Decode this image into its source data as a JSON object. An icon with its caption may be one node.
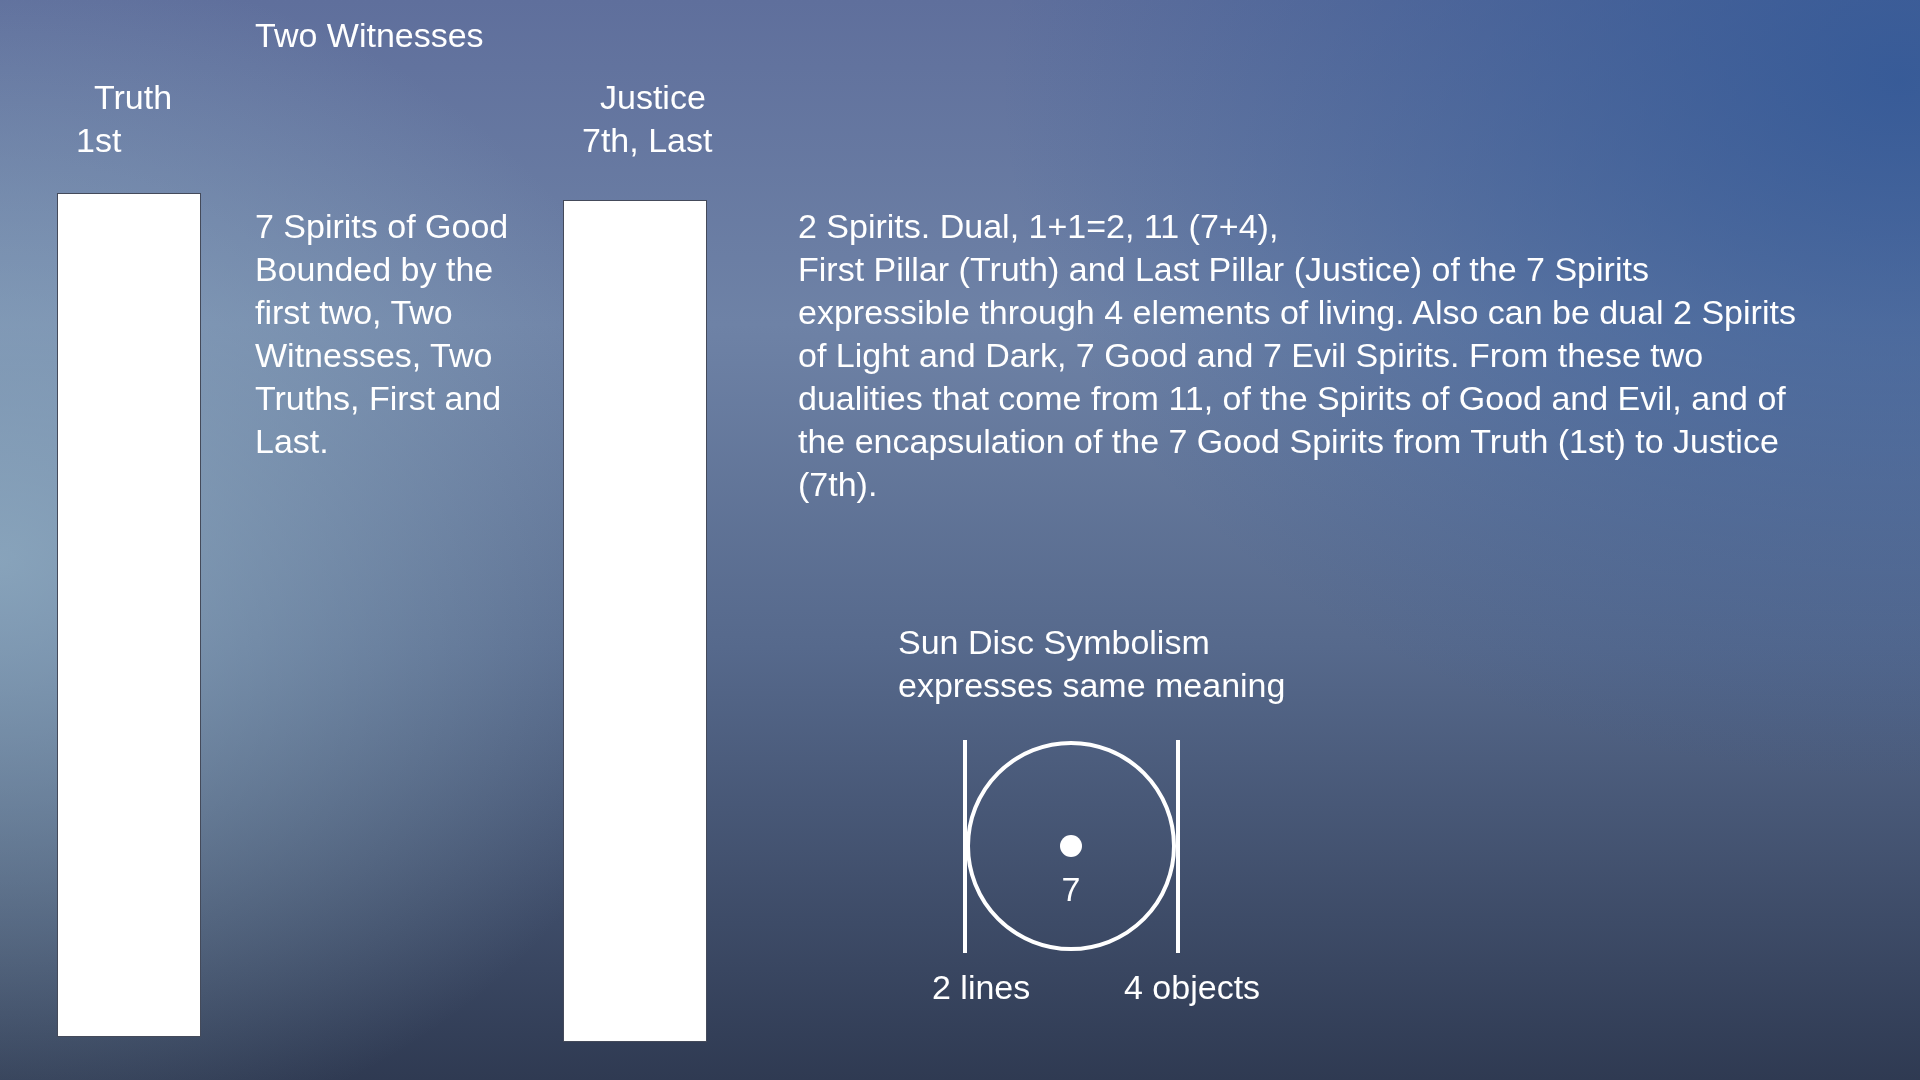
{
  "diagram": {
    "title": "Two Witnesses",
    "nodes": [
      {
        "text": [
          "Truth",
          "1st"
        ]
      },
      {
        "text": [
          "Justice",
          "7th, Last"
        ]
      },
      {
        "text": [
          "7"
        ]
      }
    ],
    "edges": [],
    "labels": [
      "7 Spirits of Good Bounded by the first two, Two Witnesses, Two Truths, First and Last.",
      "2 Spirits. Dual, 1+1=2, 11 (7+4),",
      "First Pillar (Truth) and Last Pillar (Justice) of the 7 Spirits expressible through 4 elements of living. Also can be dual 2 Spirits of Light and Dark, 7 Good and 7 Evil Spirits. From these two dualities that come from 11, of the Spirits of Good and Evil, and of the encapsulation of the 7 Good Spirits from Truth (1st) to Justice (7th).",
      "Sun Disc Symbolism expresses same meaning",
      "2 lines",
      "4 objects"
    ]
  }
}
